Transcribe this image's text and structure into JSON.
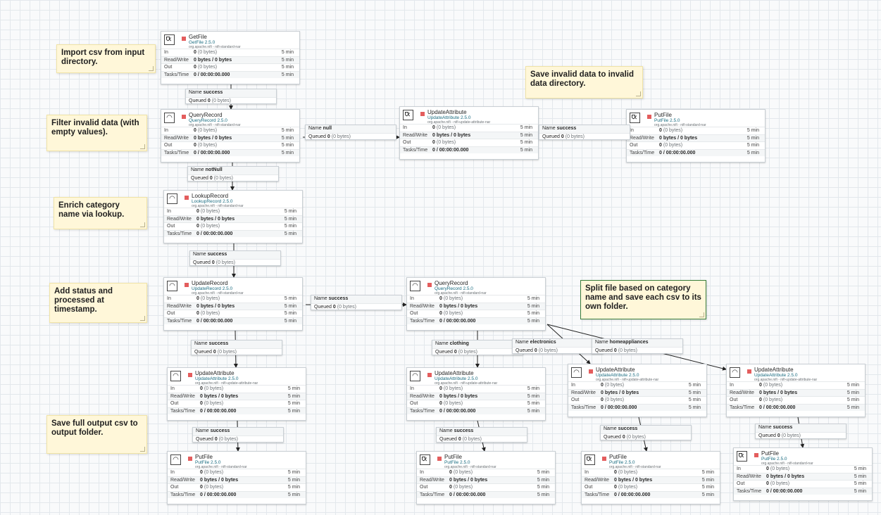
{
  "labels": [
    {
      "text": "Import csv from input directory.",
      "selected": false
    },
    {
      "text": "Filter invalid data (with empty values).",
      "selected": false
    },
    {
      "text": "Enrich category name via lookup.",
      "selected": false
    },
    {
      "text": "Add status and processed at timestamp.",
      "selected": false
    },
    {
      "text": "Save full output csv to output folder.",
      "selected": false
    },
    {
      "text": "Save invalid data to invalid data directory.",
      "selected": false
    },
    {
      "text": "Split file based on category name and save each csv to its own folder.",
      "selected": true
    }
  ],
  "processors": [
    {
      "id": "p1",
      "name": "GetFile",
      "type": "GetFile 2.5.0",
      "bundle": "org.apache.nifi - nifi-standard-nar",
      "icon": "getfile-shield-icon",
      "invalid": true,
      "rows": [
        {
          "label": "In",
          "val": "0",
          "extra": "(0 bytes)",
          "time": "5 min"
        },
        {
          "label": "Read/Write",
          "val": "0 bytes / 0 bytes",
          "extra": "",
          "time": "5 min"
        },
        {
          "label": "Out",
          "val": "0",
          "extra": "(0 bytes)",
          "time": "5 min"
        },
        {
          "label": "Tasks/Time",
          "val": "0 / 00:00:00.000",
          "extra": "",
          "time": "5 min"
        }
      ]
    },
    {
      "id": "p2",
      "name": "QueryRecord",
      "type": "QueryRecord 2.5.0",
      "bundle": "org.apache.nifi - nifi-standard-nar",
      "icon": "processor-icon",
      "invalid": false,
      "rows": [
        {
          "label": "In",
          "val": "0",
          "extra": "(0 bytes)",
          "time": "5 min"
        },
        {
          "label": "Read/Write",
          "val": "0 bytes / 0 bytes",
          "extra": "",
          "time": "5 min"
        },
        {
          "label": "Out",
          "val": "0",
          "extra": "(0 bytes)",
          "time": "5 min"
        },
        {
          "label": "Tasks/Time",
          "val": "0 / 00:00:00.000",
          "extra": "",
          "time": "5 min"
        }
      ]
    },
    {
      "id": "p3",
      "name": "LookupRecord",
      "type": "LookupRecord 2.5.0",
      "bundle": "org.apache.nifi - nifi-standard-nar",
      "icon": "processor-icon",
      "invalid": false,
      "rows": [
        {
          "label": "In",
          "val": "0",
          "extra": "(0 bytes)",
          "time": "5 min"
        },
        {
          "label": "Read/Write",
          "val": "0 bytes / 0 bytes",
          "extra": "",
          "time": "5 min"
        },
        {
          "label": "Out",
          "val": "0",
          "extra": "(0 bytes)",
          "time": "5 min"
        },
        {
          "label": "Tasks/Time",
          "val": "0 / 00:00:00.000",
          "extra": "",
          "time": "5 min"
        }
      ]
    },
    {
      "id": "p4",
      "name": "UpdateRecord",
      "type": "UpdateRecord 2.5.0",
      "bundle": "org.apache.nifi - nifi-standard-nar",
      "icon": "processor-icon",
      "invalid": false,
      "rows": [
        {
          "label": "In",
          "val": "0",
          "extra": "(0 bytes)",
          "time": "5 min"
        },
        {
          "label": "Read/Write",
          "val": "0 bytes / 0 bytes",
          "extra": "",
          "time": "5 min"
        },
        {
          "label": "Out",
          "val": "0",
          "extra": "(0 bytes)",
          "time": "5 min"
        },
        {
          "label": "Tasks/Time",
          "val": "0 / 00:00:00.000",
          "extra": "",
          "time": "5 min"
        }
      ]
    },
    {
      "id": "p5",
      "name": "UpdateAttribute",
      "type": "UpdateAttribute 2.5.0",
      "bundle": "org.apache.nifi - nifi-update-attribute-nar",
      "icon": "processor-icon",
      "invalid": false,
      "rows": [
        {
          "label": "In",
          "val": "0",
          "extra": "(0 bytes)",
          "time": "5 min"
        },
        {
          "label": "Read/Write",
          "val": "0 bytes / 0 bytes",
          "extra": "",
          "time": "5 min"
        },
        {
          "label": "Out",
          "val": "0",
          "extra": "(0 bytes)",
          "time": "5 min"
        },
        {
          "label": "Tasks/Time",
          "val": "0 / 00:00:00.000",
          "extra": "",
          "time": "5 min"
        }
      ]
    },
    {
      "id": "p6",
      "name": "PutFile",
      "type": "PutFile 2.5.0",
      "bundle": "org.apache.nifi - nifi-standard-nar",
      "icon": "processor-icon",
      "invalid": false,
      "rows": [
        {
          "label": "In",
          "val": "0",
          "extra": "(0 bytes)",
          "time": "5 min"
        },
        {
          "label": "Read/Write",
          "val": "0 bytes / 0 bytes",
          "extra": "",
          "time": "5 min"
        },
        {
          "label": "Out",
          "val": "0",
          "extra": "(0 bytes)",
          "time": "5 min"
        },
        {
          "label": "Tasks/Time",
          "val": "0 / 00:00:00.000",
          "extra": "",
          "time": "5 min"
        }
      ]
    },
    {
      "id": "p7",
      "name": "UpdateAttribute",
      "type": "UpdateAttribute 2.5.0",
      "bundle": "org.apache.nifi - nifi-update-attribute-nar",
      "icon": "updateattribute-shield-icon",
      "invalid": true,
      "rows": [
        {
          "label": "In",
          "val": "0",
          "extra": "(0 bytes)",
          "time": "5 min"
        },
        {
          "label": "Read/Write",
          "val": "0 bytes / 0 bytes",
          "extra": "",
          "time": "5 min"
        },
        {
          "label": "Out",
          "val": "0",
          "extra": "(0 bytes)",
          "time": "5 min"
        },
        {
          "label": "Tasks/Time",
          "val": "0 / 00:00:00.000",
          "extra": "",
          "time": "5 min"
        }
      ]
    },
    {
      "id": "p8",
      "name": "PutFile",
      "type": "PutFile 2.5.0",
      "bundle": "org.apache.nifi - nifi-standard-nar",
      "icon": "putfile-shield-icon",
      "invalid": true,
      "rows": [
        {
          "label": "In",
          "val": "0",
          "extra": "(0 bytes)",
          "time": "5 min"
        },
        {
          "label": "Read/Write",
          "val": "0 bytes / 0 bytes",
          "extra": "",
          "time": "5 min"
        },
        {
          "label": "Out",
          "val": "0",
          "extra": "(0 bytes)",
          "time": "5 min"
        },
        {
          "label": "Tasks/Time",
          "val": "0 / 00:00:00.000",
          "extra": "",
          "time": "5 min"
        }
      ]
    },
    {
      "id": "p9",
      "name": "QueryRecord",
      "type": "QueryRecord 2.5.0",
      "bundle": "org.apache.nifi - nifi-standard-nar",
      "icon": "processor-icon",
      "invalid": false,
      "rows": [
        {
          "label": "In",
          "val": "0",
          "extra": "(0 bytes)",
          "time": "5 min"
        },
        {
          "label": "Read/Write",
          "val": "0 bytes / 0 bytes",
          "extra": "",
          "time": "5 min"
        },
        {
          "label": "Out",
          "val": "0",
          "extra": "(0 bytes)",
          "time": "5 min"
        },
        {
          "label": "Tasks/Time",
          "val": "0 / 00:00:00.000",
          "extra": "",
          "time": "5 min"
        }
      ]
    },
    {
      "id": "p10",
      "name": "UpdateAttribute",
      "type": "UpdateAttribute 2.5.0",
      "bundle": "org.apache.nifi - nifi-update-attribute-nar",
      "icon": "processor-icon",
      "invalid": false,
      "rows": [
        {
          "label": "In",
          "val": "0",
          "extra": "(0 bytes)",
          "time": "5 min"
        },
        {
          "label": "Read/Write",
          "val": "0 bytes / 0 bytes",
          "extra": "",
          "time": "5 min"
        },
        {
          "label": "Out",
          "val": "0",
          "extra": "(0 bytes)",
          "time": "5 min"
        },
        {
          "label": "Tasks/Time",
          "val": "0 / 00:00:00.000",
          "extra": "",
          "time": "5 min"
        }
      ]
    },
    {
      "id": "p11",
      "name": "PutFile",
      "type": "PutFile 2.5.0",
      "bundle": "org.apache.nifi - nifi-standard-nar",
      "icon": "putfile-shield-icon",
      "invalid": true,
      "rows": [
        {
          "label": "In",
          "val": "0",
          "extra": "(0 bytes)",
          "time": "5 min"
        },
        {
          "label": "Read/Write",
          "val": "0 bytes / 0 bytes",
          "extra": "",
          "time": "5 min"
        },
        {
          "label": "Out",
          "val": "0",
          "extra": "(0 bytes)",
          "time": "5 min"
        },
        {
          "label": "Tasks/Time",
          "val": "0 / 00:00:00.000",
          "extra": "",
          "time": "5 min"
        }
      ]
    },
    {
      "id": "p12",
      "name": "UpdateAttribute",
      "type": "UpdateAttribute 2.5.0",
      "bundle": "org.apache.nifi - nifi-update-attribute-nar",
      "icon": "processor-icon",
      "invalid": false,
      "rows": [
        {
          "label": "In",
          "val": "0",
          "extra": "(0 bytes)",
          "time": "5 min"
        },
        {
          "label": "Read/Write",
          "val": "0 bytes / 0 bytes",
          "extra": "",
          "time": "5 min"
        },
        {
          "label": "Out",
          "val": "0",
          "extra": "(0 bytes)",
          "time": "5 min"
        },
        {
          "label": "Tasks/Time",
          "val": "0 / 00:00:00.000",
          "extra": "",
          "time": "5 min"
        }
      ]
    },
    {
      "id": "p13",
      "name": "PutFile",
      "type": "PutFile 2.5.0",
      "bundle": "org.apache.nifi - nifi-standard-nar",
      "icon": "putfile-shield-icon",
      "invalid": true,
      "rows": [
        {
          "label": "In",
          "val": "0",
          "extra": "(0 bytes)",
          "time": "5 min"
        },
        {
          "label": "Read/Write",
          "val": "0 bytes / 0 bytes",
          "extra": "",
          "time": "5 min"
        },
        {
          "label": "Out",
          "val": "0",
          "extra": "(0 bytes)",
          "time": "5 min"
        },
        {
          "label": "Tasks/Time",
          "val": "0 / 00:00:00.000",
          "extra": "",
          "time": "5 min"
        }
      ]
    },
    {
      "id": "p14",
      "name": "UpdateAttribute",
      "type": "UpdateAttribute 2.5.0",
      "bundle": "org.apache.nifi - nifi-update-attribute-nar",
      "icon": "processor-icon",
      "invalid": false,
      "rows": [
        {
          "label": "In",
          "val": "0",
          "extra": "(0 bytes)",
          "time": "5 min"
        },
        {
          "label": "Read/Write",
          "val": "0 bytes / 0 bytes",
          "extra": "",
          "time": "5 min"
        },
        {
          "label": "Out",
          "val": "0",
          "extra": "(0 bytes)",
          "time": "5 min"
        },
        {
          "label": "Tasks/Time",
          "val": "0 / 00:00:00.000",
          "extra": "",
          "time": "5 min"
        }
      ]
    },
    {
      "id": "p15",
      "name": "PutFile",
      "type": "PutFile 2.5.0",
      "bundle": "org.apache.nifi - nifi-standard-nar",
      "icon": "putfile-shield-icon",
      "invalid": true,
      "rows": [
        {
          "label": "In",
          "val": "0",
          "extra": "(0 bytes)",
          "time": "5 min"
        },
        {
          "label": "Read/Write",
          "val": "0 bytes / 0 bytes",
          "extra": "",
          "time": "5 min"
        },
        {
          "label": "Out",
          "val": "0",
          "extra": "(0 bytes)",
          "time": "5 min"
        },
        {
          "label": "Tasks/Time",
          "val": "0 / 00:00:00.000",
          "extra": "",
          "time": "5 min"
        }
      ]
    }
  ],
  "connections": [
    {
      "from": "p1",
      "to": "p2",
      "name_label": "Name",
      "name": "success",
      "queued_label": "Queued",
      "queued": "0",
      "queued_extra": "(0 bytes)"
    },
    {
      "from": "p2",
      "to": "p7",
      "name_label": "Name",
      "name": "null",
      "queued_label": "Queued",
      "queued": "0",
      "queued_extra": "(0 bytes)"
    },
    {
      "from": "p7",
      "to": "p8",
      "name_label": "Name",
      "name": "success",
      "queued_label": "Queued",
      "queued": "0",
      "queued_extra": "(0 bytes)"
    },
    {
      "from": "p2",
      "to": "p3",
      "name_label": "Name",
      "name": "notNull",
      "queued_label": "Queued",
      "queued": "0",
      "queued_extra": "(0 bytes)"
    },
    {
      "from": "p3",
      "to": "p4",
      "name_label": "Name",
      "name": "success",
      "queued_label": "Queued",
      "queued": "0",
      "queued_extra": "(0 bytes)"
    },
    {
      "from": "p4",
      "to": "p9",
      "name_label": "Name",
      "name": "success",
      "queued_label": "Queued",
      "queued": "0",
      "queued_extra": "(0 bytes)"
    },
    {
      "from": "p4",
      "to": "p5",
      "name_label": "Name",
      "name": "success",
      "queued_label": "Queued",
      "queued": "0",
      "queued_extra": "(0 bytes)"
    },
    {
      "from": "p5",
      "to": "p6",
      "name_label": "Name",
      "name": "success",
      "queued_label": "Queued",
      "queued": "0",
      "queued_extra": "(0 bytes)"
    },
    {
      "from": "p9",
      "to": "p10",
      "name_label": "Name",
      "name": "clothing",
      "queued_label": "Queued",
      "queued": "0",
      "queued_extra": "(0 bytes)"
    },
    {
      "from": "p9",
      "to": "p12",
      "name_label": "Name",
      "name": "electronics",
      "queued_label": "Queued",
      "queued": "0",
      "queued_extra": "(0 bytes)"
    },
    {
      "from": "p9",
      "to": "p14",
      "name_label": "Name",
      "name": "homeappliances",
      "queued_label": "Queued",
      "queued": "0",
      "queued_extra": "(0 bytes)"
    },
    {
      "from": "p10",
      "to": "p11",
      "name_label": "Name",
      "name": "success",
      "queued_label": "Queued",
      "queued": "0",
      "queued_extra": "(0 bytes)"
    },
    {
      "from": "p12",
      "to": "p13",
      "name_label": "Name",
      "name": "success",
      "queued_label": "Queued",
      "queued": "0",
      "queued_extra": "(0 bytes)"
    },
    {
      "from": "p14",
      "to": "p15",
      "name_label": "Name",
      "name": "success",
      "queued_label": "Queued",
      "queued": "0",
      "queued_extra": "(0 bytes)"
    }
  ]
}
